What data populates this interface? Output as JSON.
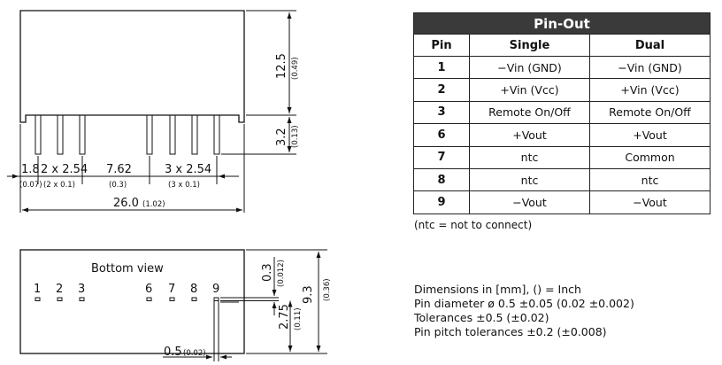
{
  "top_view": {
    "height_label": "12.5",
    "height_inch": "(0.49)",
    "pin_length_label": "3.2",
    "pin_length_inch": "(0.13)",
    "dim1": "1.8",
    "dim1_inch": "(0.07)",
    "dim2": "2 x 2.54",
    "dim2_inch": "(2 x 0.1)",
    "dim3": "7.62",
    "dim3_inch": "(0.3)",
    "dim4": "3 x 2.54",
    "dim4_inch": "(3 x 0.1)",
    "length_label": "26.0",
    "length_inch": "(1.02)"
  },
  "bottom_view": {
    "title": "Bottom view",
    "pins": [
      "1",
      "2",
      "3",
      "6",
      "7",
      "8",
      "9"
    ],
    "dim_a": "0.3",
    "dim_a_inch": "(0.012)",
    "dim_b": "2.75",
    "dim_b_inch": "(0.11)",
    "dim_c": "9.3",
    "dim_c_inch": "(0.36)",
    "dim_d": "0.5",
    "dim_d_inch": "(0.02)"
  },
  "pinout": {
    "title": "Pin-Out",
    "headers": [
      "Pin",
      "Single",
      "Dual"
    ],
    "rows": [
      [
        "1",
        "−Vin (GND)",
        "−Vin (GND)"
      ],
      [
        "2",
        "+Vin (Vcc)",
        "+Vin (Vcc)"
      ],
      [
        "3",
        "Remote  On/Off",
        "Remote  On/Off"
      ],
      [
        "6",
        "+Vout",
        "+Vout"
      ],
      [
        "7",
        "ntc",
        "Common"
      ],
      [
        "8",
        "ntc",
        "ntc"
      ],
      [
        "9",
        "−Vout",
        "−Vout"
      ]
    ]
  },
  "footnote": "(ntc = not to connect)",
  "notes": [
    "Dimensions in [mm], () = Inch",
    "Pin diameter ø 0.5 ±0.05  (0.02 ±0.002)",
    "Tolerances  ±0.5 (±0.02)",
    "Pin pitch tolerances ±0.2 (±0.008)"
  ]
}
